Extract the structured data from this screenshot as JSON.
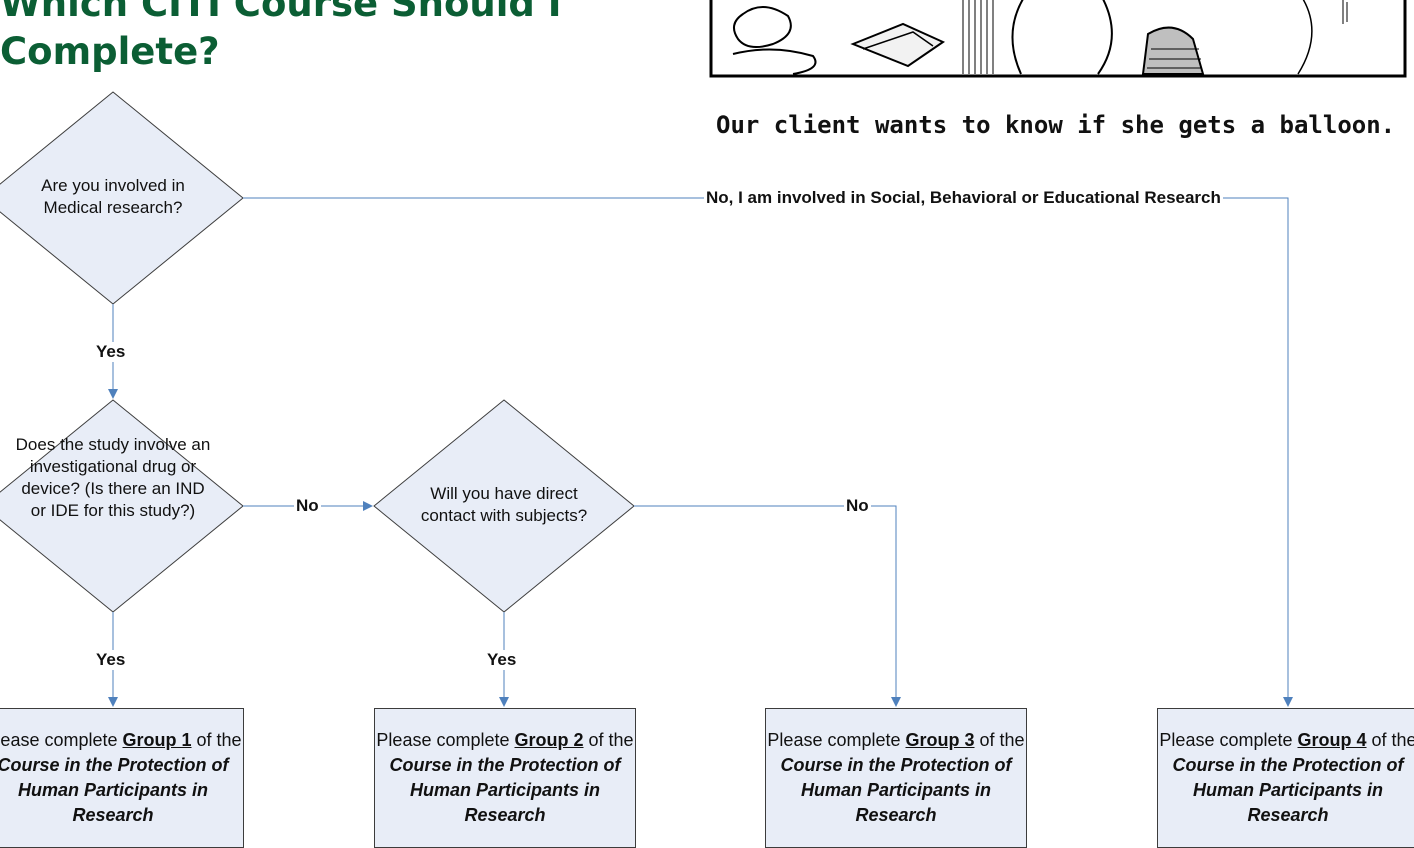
{
  "title": {
    "line1": "Which CITI Course Should I",
    "line2": "Complete?"
  },
  "caption": "Our client wants to know if she gets a balloon.",
  "decisions": {
    "medical": "Are you involved in Medical research?",
    "drug": "Does the study involve an investigational drug or device? (Is there an IND or IDE for this study?)",
    "contact": "Will you have direct contact with subjects?"
  },
  "edges": {
    "social": "No, I am involved in Social, Behavioral or Educational Research",
    "yes1": "Yes",
    "no_drug": "No",
    "yes_drug": "Yes",
    "yes_contact": "Yes",
    "no_contact": "No"
  },
  "outcome_common": {
    "prefix": "Please complete ",
    "suffix": " of the ",
    "course": "Course in the Protection of Human Participants in Research"
  },
  "outcomes": [
    {
      "group": "Group 1"
    },
    {
      "group": "Group 2"
    },
    {
      "group": "Group 3"
    },
    {
      "group": "Group 4"
    }
  ],
  "colors": {
    "title": "#0b5e34",
    "node_fill": "#e8edf7",
    "arrow": "#4f81bd"
  }
}
